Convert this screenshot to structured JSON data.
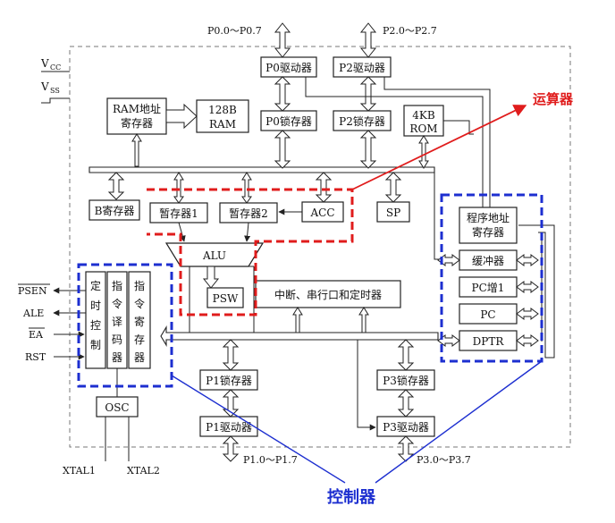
{
  "pins_top": {
    "p0": "P0.0～P0.7",
    "p2": "P2.0～P2.7"
  },
  "pins_bottom": {
    "p1": "P1.0～P1.7",
    "p3": "P3.0～P3.7"
  },
  "power": {
    "vcc": "V",
    "vcc_sub": "CC",
    "vss": "V",
    "vss_sub": "SS"
  },
  "pins_left": {
    "psen": "PSEN",
    "ale": "ALE",
    "ea": "EA",
    "rst": "RST"
  },
  "xtal": {
    "xtal1": "XTAL1",
    "xtal2": "XTAL2"
  },
  "blocks": {
    "p0_driver": "P0驱动器",
    "p2_driver": "P2驱动器",
    "ram_addr_l1": "RAM地址",
    "ram_addr_l2": "寄存器",
    "ram_l1": "128B",
    "ram_l2": "RAM",
    "p0_latch": "P0锁存器",
    "p2_latch": "P2锁存器",
    "rom_l1": "4KB",
    "rom_l2": "ROM",
    "b_reg": "B寄存器",
    "tmp1": "暂存器1",
    "tmp2": "暂存器2",
    "acc": "ACC",
    "sp": "SP",
    "pc_addr_l1": "程序地址",
    "pc_addr_l2": "寄存器",
    "buffer": "缓冲器",
    "pc_inc": "PC增1",
    "pc": "PC",
    "dptr": "DPTR",
    "alu": "ALU",
    "psw": "PSW",
    "interrupt": "中断、串行口和定时器",
    "timing_ctrl": [
      "定",
      "时",
      "控",
      "制"
    ],
    "instr_decoder": [
      "指",
      "令",
      "译",
      "码",
      "器"
    ],
    "instr_reg": [
      "指",
      "令",
      "寄",
      "存",
      "器"
    ],
    "osc": "OSC",
    "p1_latch": "P1锁存器",
    "p1_driver": "P1驱动器",
    "p3_latch": "P3锁存器",
    "p3_driver": "P3驱动器"
  },
  "annotations": {
    "alu_label": "运算器",
    "controller_label": "控制器",
    "alu_color": "#e01c1c",
    "controller_color": "#1d2fd0"
  }
}
